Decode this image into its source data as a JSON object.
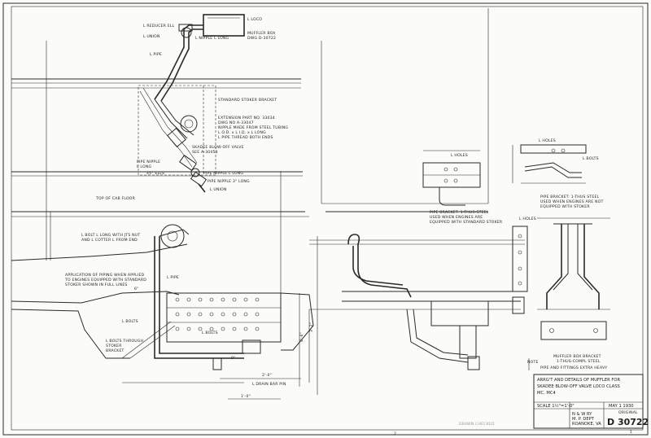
{
  "title_block": {
    "title_line1": "ARRG'T AND DETAILS OF MUFFLER FOR",
    "title_line2": "SKADEE BLOW-OFF VALVE LOCO CLASS",
    "title_line3": "MC, MC4",
    "scale": "SCALE 1½\"=1'-0\"",
    "date": "MAY 1 1930",
    "org1": "N & W RY",
    "org2": "M. P. DEPT",
    "org3": "ROANOKE, VA",
    "drawing_number": "D 30722",
    "small_label": "ORIGINAL"
  },
  "labels": {
    "l_loco_top": "L LOCO",
    "muffler_box": "MUFFLER BOX",
    "muffler_dwg": "DWG D-30722",
    "l_reducer": "L REDUCER ELL",
    "l_union": "L UNION",
    "l_pipe_top": "L PIPE",
    "nipple_long": "L NIPPLE L LONG",
    "stoker_bracket": "STANDARD STOKER BRACKET",
    "ext_part1": "EXTENSION PART NO. 33034",
    "ext_part2": "DWG NO A-33047",
    "nipple_made1": "NIPPLE MADE FROM STEEL TUBING",
    "nipple_made2": "L O.D. x L I.D. x L LONG",
    "nipple_made3": "L PIPE THREAD BOTH ENDS",
    "skadee1": "SKADEE BLOW-OFF VALVE",
    "skadee2": "SEE A-30453",
    "pipe_nipple1": "PIPE NIPPLE",
    "pipe_nipple2": "L LONG",
    "ells": "45° ELLS",
    "pipe_nipple_mid": "PIPE NIPPLE L LONG",
    "pipe_nipple_mid2": "PIPE NIPPLE 3\" LONG",
    "l_union_mid": "L UNION",
    "top_cab_floor": "TOP OF CAB FLOOR",
    "bolt_note1": "L BOLT L LONG WITH JTS NUT",
    "bolt_note2": "AND L COTTER L FROM END",
    "l_pipe_mid": "L PIPE",
    "app1": "APPLICATION OF PIPING WHEN APPLIED",
    "app2": "TO ENGINES EQUIPPED WITH STANDARD",
    "app3": "STOKER SHOWN IN FULL LINES",
    "bolts1": "L BOLTS",
    "bolts2": "L BOLTS THROUGH",
    "bolts3": "STOKER",
    "bolts4": "BRACKET",
    "bolts_mid": "L BOLTS",
    "l_drain": "L DRAIN BAR PIN",
    "holes_a": "L HOLES",
    "holes_b": "L HOLES",
    "holes_c": "L HOLES",
    "bolts_right": "L BOLTS",
    "bracket_a1": "PIPE BRACKET: 1-THUS-STEEL",
    "bracket_a2": "USED WHEN ENGINES ARE",
    "bracket_a3": "EQUIPPED WITH STANDARD STOKER",
    "bracket_b1": "PIPE BRACKET: 1-THUS STEEL",
    "bracket_b2": "USED WHEN ENGINES ARE NOT",
    "bracket_b3": "EQUIPPED WITH STOKER",
    "muffler_bracket1": "MUFFLER BOX BRACKET",
    "muffler_bracket2": "1-THUS-COMPL STEEL",
    "pipe_fittings": "PIPE AND FITTINGS EXTRA HEAVY",
    "note": "NOTE",
    "dim_4_6": "4'-6\"",
    "dim_3_2": "3'-2\"",
    "dim_1_0": "1'-0\"",
    "dim_2_0": "2'-0\"",
    "dim_6": "6\"",
    "dim_9": "9\"",
    "page_mark": "2",
    "corner_mark": "1",
    "stamp": "DRAWN CHECKED"
  }
}
